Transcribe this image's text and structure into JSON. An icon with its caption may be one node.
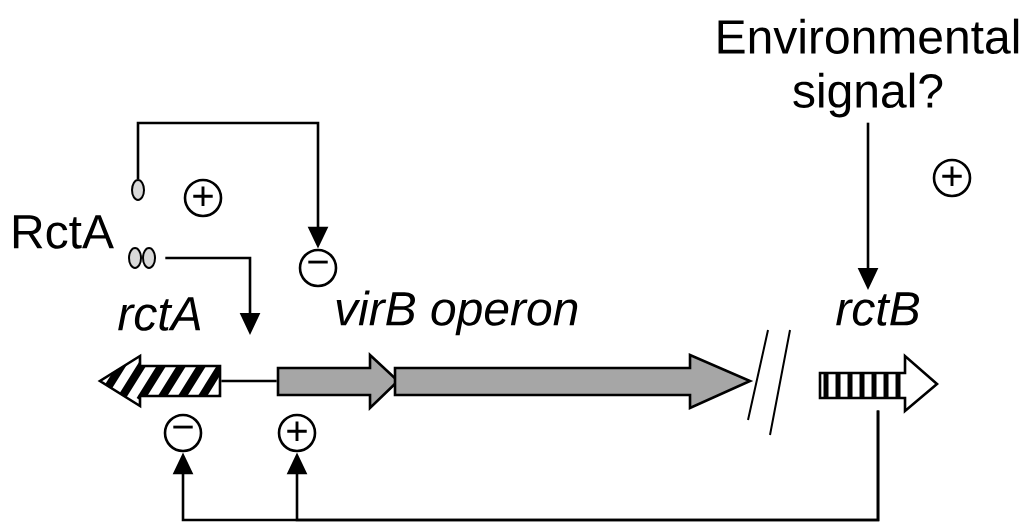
{
  "diagram": {
    "nodes": [
      {
        "text": [
          "Environmental signal?"
        ]
      },
      {
        "text": [
          "+"
        ]
      },
      {
        "text": [
          "+"
        ]
      },
      {
        "text": [
          "RctA"
        ]
      },
      {
        "text": [],
        "shape": "oval"
      },
      {
        "text": [],
        "shape": "oval"
      },
      {
        "text": [
          "−"
        ]
      },
      {
        "text": [
          "*rctA*"
        ]
      },
      {
        "text": [
          "*virB operon*"
        ]
      },
      {
        "text": [
          "*rctB*"
        ]
      },
      {
        "text": [
          "−"
        ]
      },
      {
        "text": [
          "+"
        ]
      }
    ],
    "edges": [
      {
        "from": 7,
        "to": 8,
        "arrow": "none"
      },
      {
        "from": 4,
        "to": 6,
        "arrow": "to"
      },
      {
        "from": 5,
        "to": null,
        "arrow": "to"
      },
      {
        "from": 0,
        "to": 9,
        "arrow": "to"
      },
      {
        "from": 9,
        "to": 10,
        "arrow": "to"
      },
      {
        "from": 9,
        "to": 11,
        "arrow": "to"
      }
    ]
  }
}
